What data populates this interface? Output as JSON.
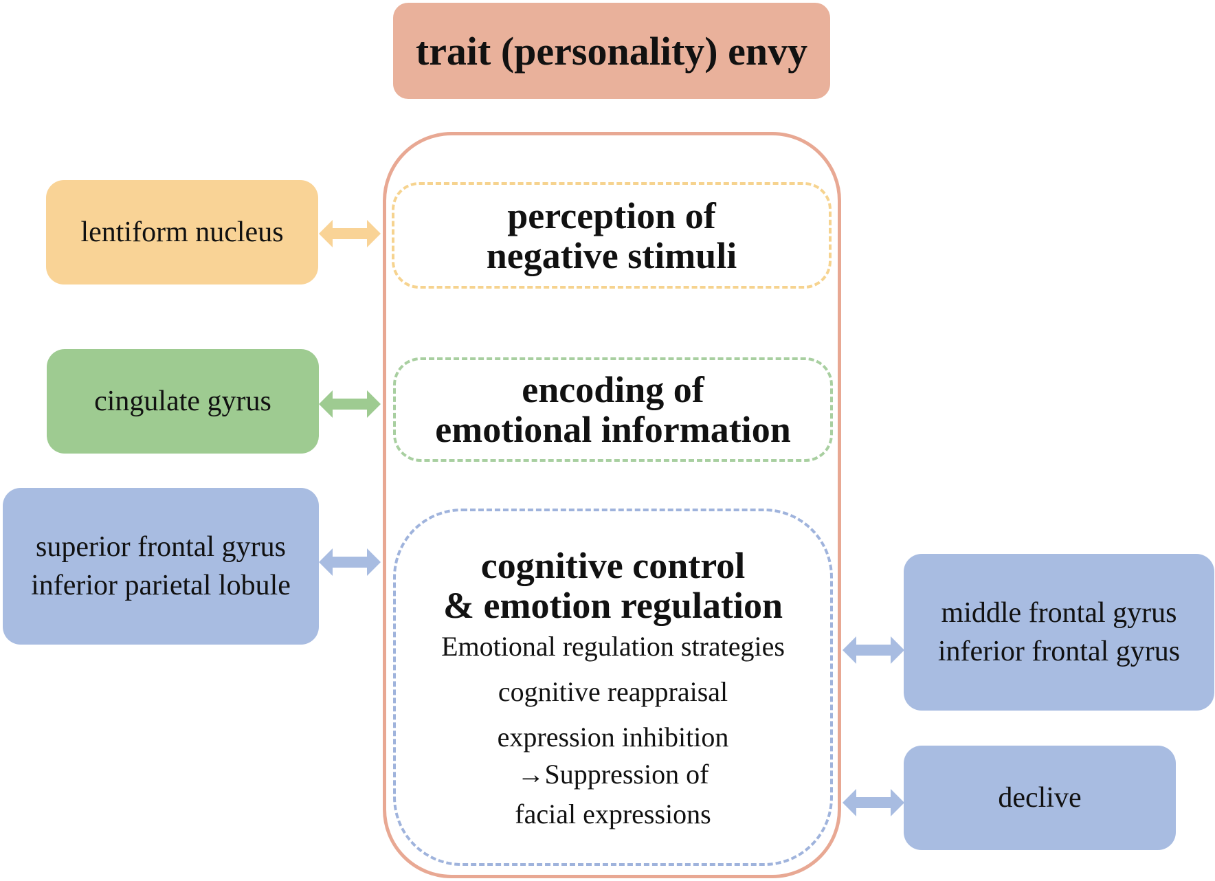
{
  "title": "trait (personality) envy",
  "stages": {
    "perception": {
      "line1": "perception of",
      "line2": "negative stimuli"
    },
    "encoding": {
      "line1": "encoding of",
      "line2": "emotional information"
    },
    "control": {
      "line1": "cognitive control",
      "line2": "& emotion regulation",
      "details": [
        "Emotional regulation strategies",
        "cognitive reappraisal",
        "expression inhibition",
        "→Suppression of",
        "facial expressions"
      ]
    }
  },
  "regions": {
    "lentiform": {
      "label": "lentiform nucleus"
    },
    "cingulate": {
      "label": "cingulate gyrus"
    },
    "sfg_ipl": {
      "line1": "superior frontal gyrus",
      "line2": "inferior parietal lobule"
    },
    "mfg_ifg": {
      "line1": "middle frontal gyrus",
      "line2": "inferior frontal gyrus"
    },
    "declive": {
      "label": "declive"
    }
  },
  "colors": {
    "title_fill": "#e9b19b",
    "outer_frame": "#e8a893",
    "yellow": "#f9d396",
    "green": "#9ecb91",
    "blue": "#a8bce1"
  }
}
